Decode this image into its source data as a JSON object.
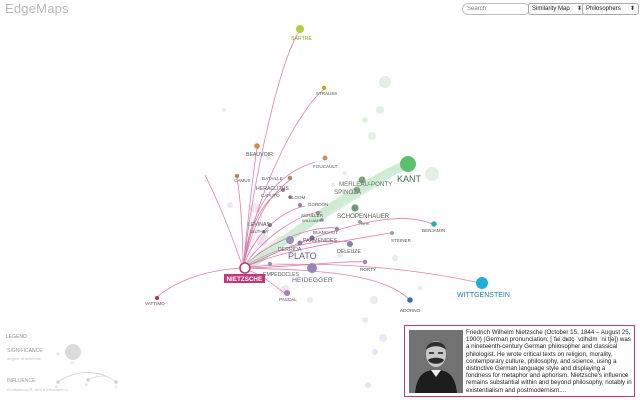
{
  "app": {
    "title": "EdgeMaps"
  },
  "search": {
    "placeholder": "Search"
  },
  "view_select": {
    "value": "Similarity Map"
  },
  "category_select": {
    "value": "Philosophers"
  },
  "map": {
    "selected": "NIETZSCHE",
    "colors": {
      "accent": "#c0387a",
      "kant": "#5cc16f",
      "wittgenstein": "#1faed4"
    },
    "labels": {
      "sartre": "SARTRE",
      "strauss": "STRAUSS",
      "beauvoir": "BEAUVOIR",
      "foucault": "FOUCAULT",
      "camus": "CAMUS",
      "bataille": "BATAILLE",
      "heraclitus": "HERACLITUS",
      "merleau_ponty": "MERLEAU-PONTY",
      "kant": "KANT",
      "spinoza": "SPINOZA",
      "caputo": "CAPUTO",
      "bloom": "BLOOM",
      "gordon": "GORDON",
      "schopenhauer": "SCHOPENHAUER",
      "ghk": "GHK",
      "schiller": "SCHILLER",
      "williams": "WILLIAMS",
      "levinas": "LEVINAS",
      "dilthey": "DILTHEY",
      "benjamin": "BENJAMIN",
      "blanchot": "BLANCHOT",
      "parmenides": "PARMENIDES",
      "steiner": "STEINER",
      "derrida": "DERRIDA",
      "plato": "PLATO",
      "deleuze": "DELEUZE",
      "empedocles": "EMPEDOCLES",
      "nietzsche": "NIETZSCHE",
      "rorty": "RORTY",
      "heidegger": "HEIDEGGER",
      "wittgenstein": "WITTGENSTEIN",
      "vattimo": "VATTIMO",
      "pascal": "PASCAL",
      "adorno": "ADORNO"
    }
  },
  "legend": {
    "title": "LEGEND",
    "significance_label": "SIGNIFICANCE",
    "significance_sub": "degree of influence",
    "significance_value": "25",
    "influence_label": "INFLUENCE",
    "influence_sub": "A influenced B, and B influenced C",
    "node_a": "A",
    "node_b": "B",
    "node_c": "C"
  },
  "info_card": {
    "bio": "Friedrich Wilhelm Nietzsche (October 15, 1844 – August 25, 1900) (German pronunciation: [ˈfʁiːdʁɪç ˈvɪlhɛlm ˈniːtʃə]) was a nineteenth-century German philosopher and classical philologist. He wrote critical texts on religion, morality, contemporary culture, philosophy, and science, using a distinctive German language style and displaying a fondness for metaphor and aphorism. Nietzsche's influence remains substantial within and beyond philosophy, notably in existentialism and postmodernism...."
  }
}
